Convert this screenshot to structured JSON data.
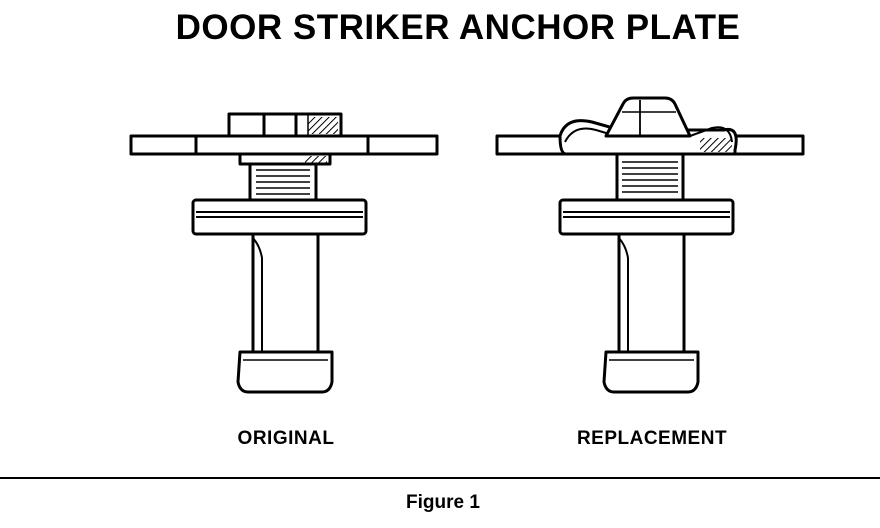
{
  "diagram": {
    "title": "DOOR STRIKER ANCHOR PLATE",
    "left_label": "ORIGINAL",
    "right_label": "REPLACEMENT",
    "caption": "Figure 1"
  },
  "colors": {
    "ink": "#000000",
    "paper": "#ffffff"
  }
}
